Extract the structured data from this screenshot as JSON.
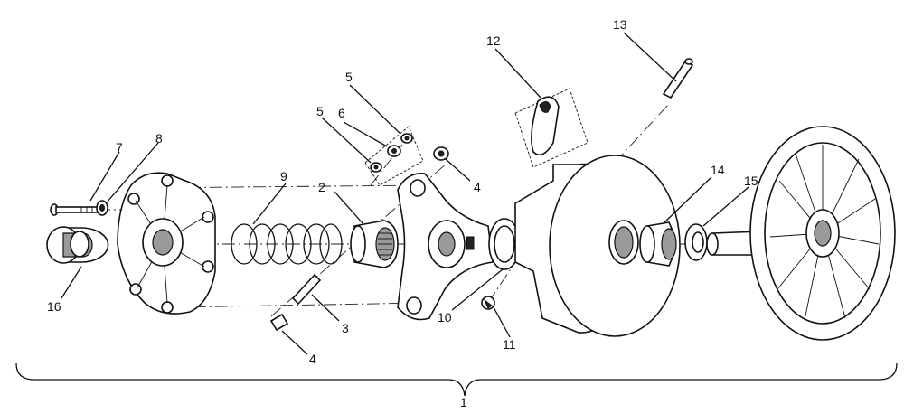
{
  "callouts": {
    "c1": "1",
    "c2": "2",
    "c3": "3",
    "c4a": "4",
    "c4b": "4",
    "c5a": "5",
    "c5b": "5",
    "c6": "6",
    "c7": "7",
    "c8": "8",
    "c9": "9",
    "c10": "10",
    "c11": "11",
    "c12": "12",
    "c13": "13",
    "c14": "14",
    "c15": "15",
    "c16": "16"
  }
}
